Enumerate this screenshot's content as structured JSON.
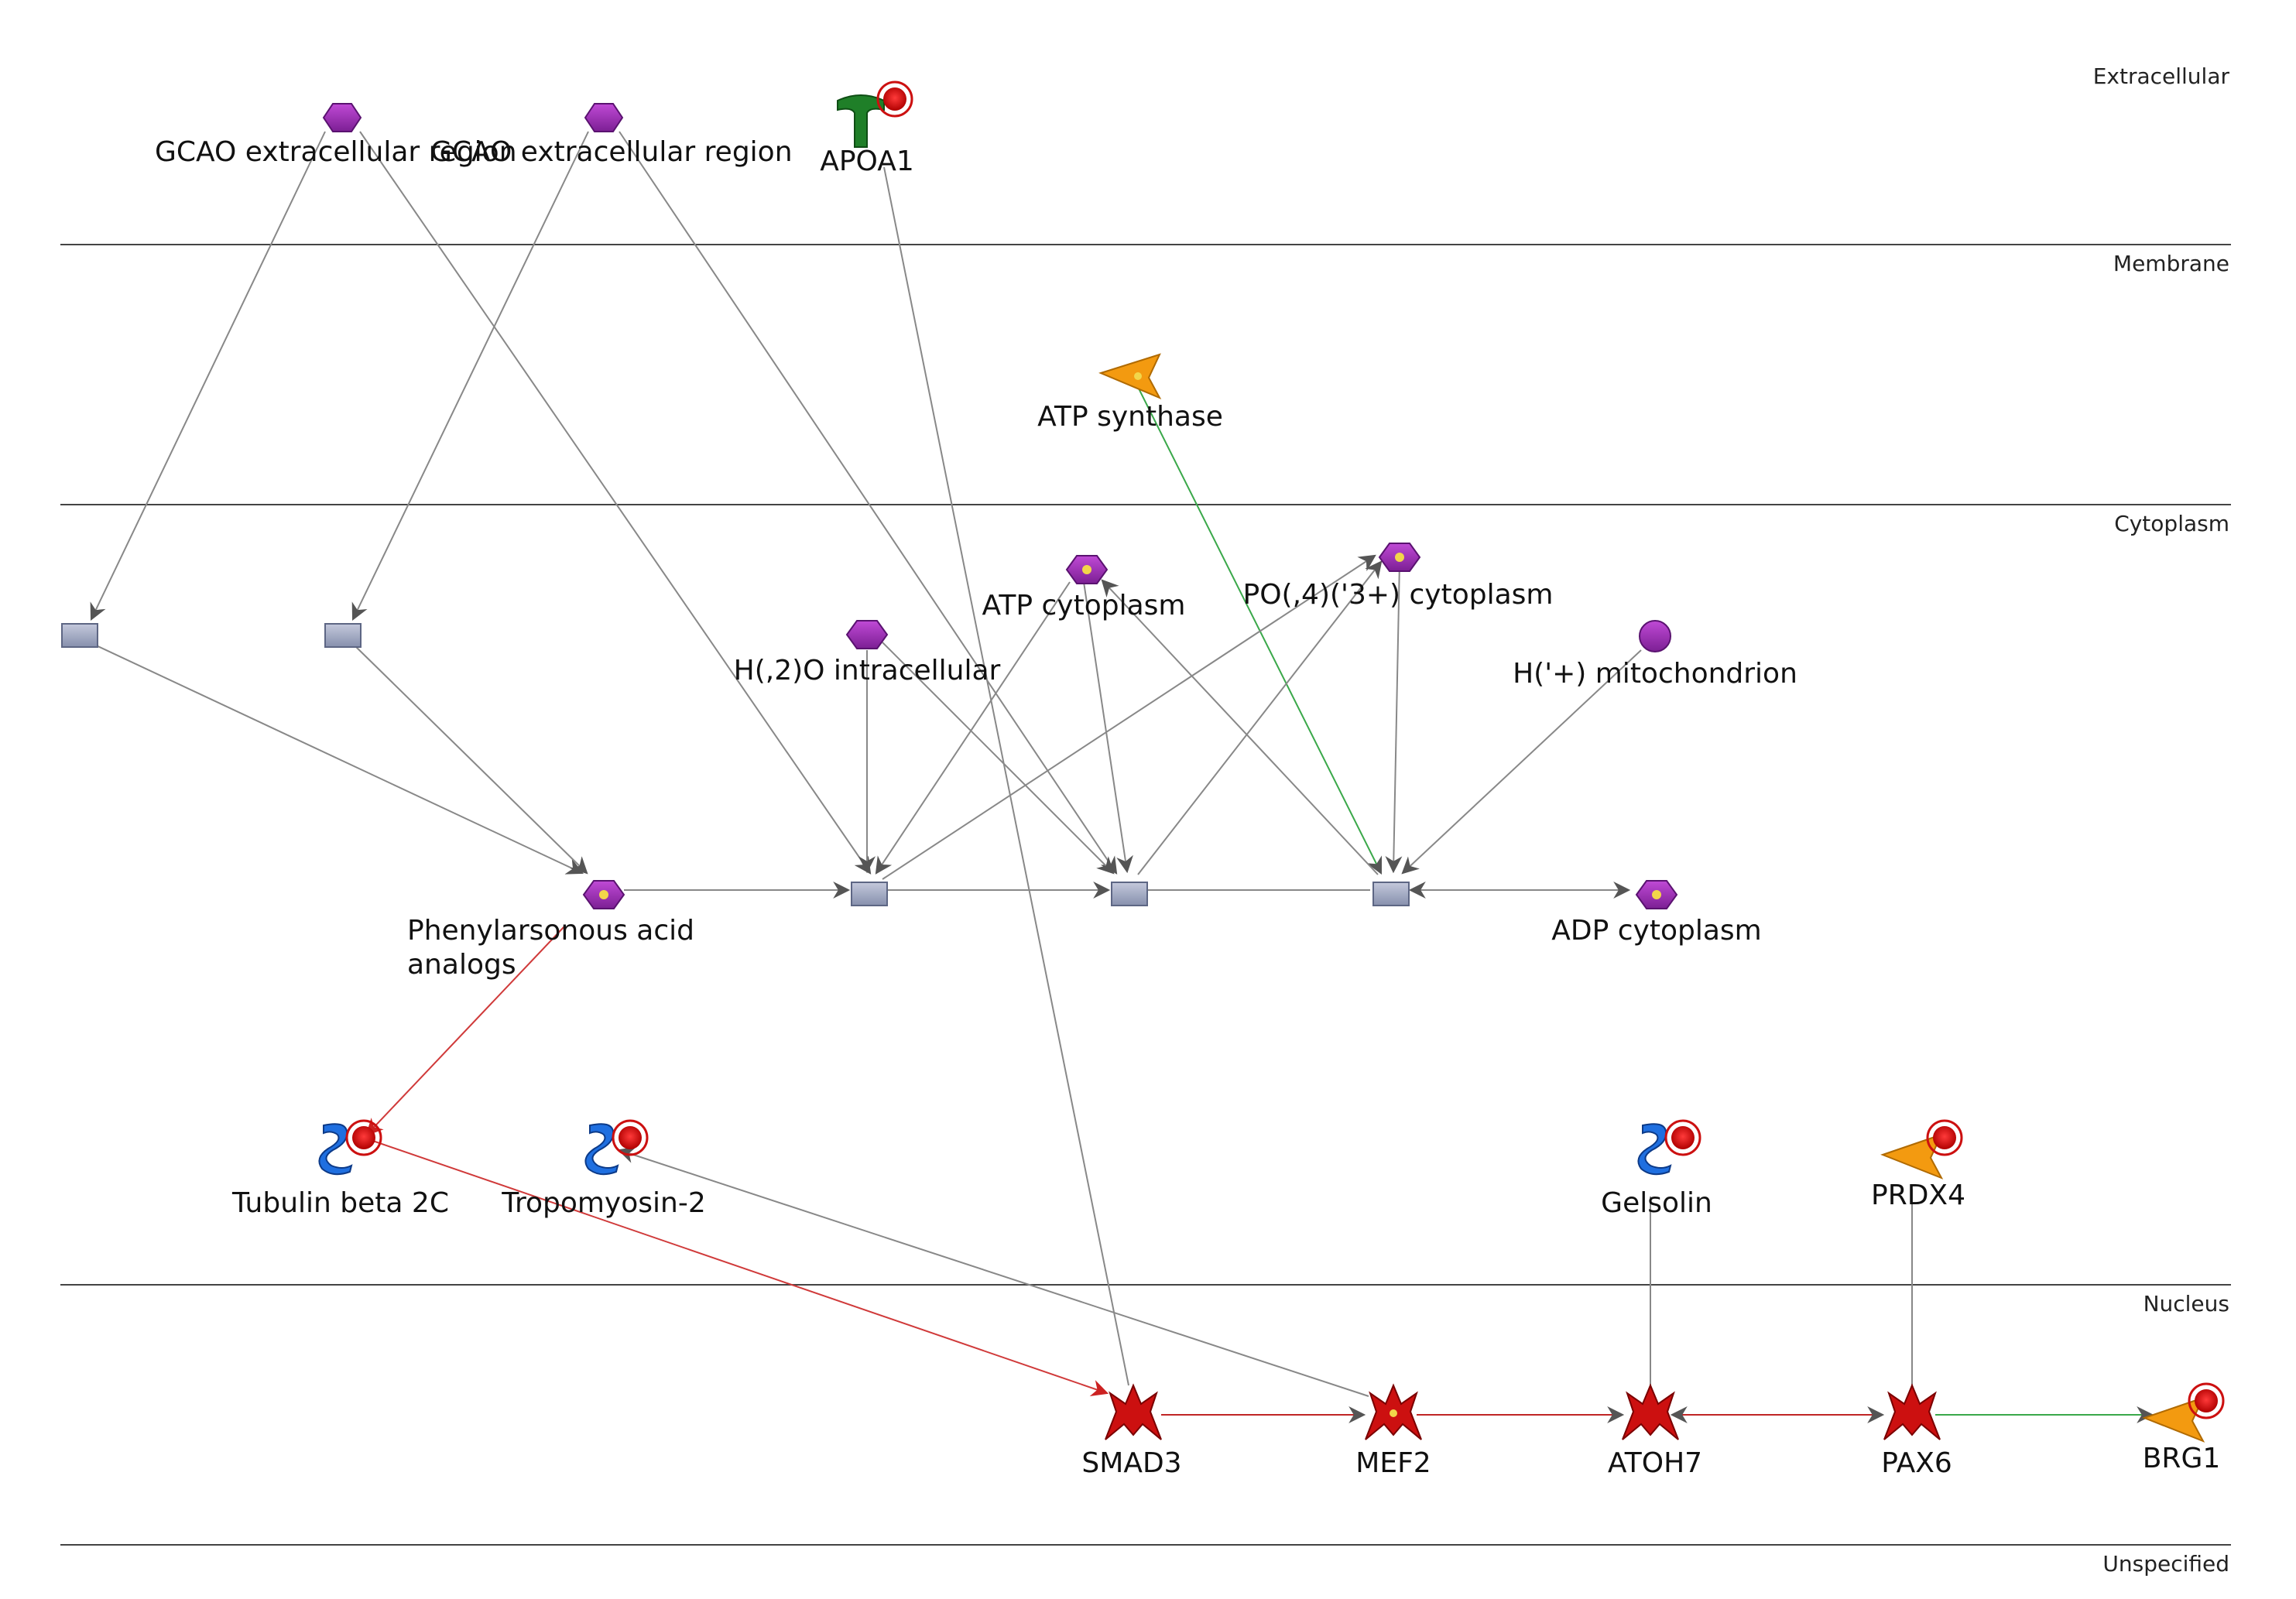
{
  "compartments": {
    "extracellular": "Extracellular",
    "membrane": "Membrane",
    "cytoplasm": "Cytoplasm",
    "nucleus": "Nucleus",
    "unspecified": "Unspecified"
  },
  "nodes": {
    "gcao1": "GCAO extracellular region",
    "gcao2": "GCAO extracellular region",
    "apoa1": "APOA1",
    "atp_synthase": "ATP synthase",
    "atp_cyto": "ATP cytoplasm",
    "po4": "PO(,4)('3+) cytoplasm",
    "h2o": "H(,2)O intracellular",
    "hplus": "H('+) mitochondrion",
    "phenyl_1": "Phenylarsonous acid",
    "phenyl_2": "analogs",
    "adp": "ADP cytoplasm",
    "tubulin": "Tubulin beta 2C",
    "tropomyosin": "Tropomyosin-2",
    "gelsolin": "Gelsolin",
    "prdx4": "PRDX4",
    "smad3": "SMAD3",
    "mef2": "MEF2",
    "atoh7": "ATOH7",
    "pax6": "PAX6",
    "brg1": "BRG1"
  },
  "colors": {
    "compound": "#9a2fb0",
    "reaction": "#a3aac4",
    "protein_blue": "#1f6fe0",
    "tf_red": "#cc1010",
    "enzyme_orange": "#f39a10",
    "green_edge": "#3aa84a",
    "red_edge": "#d03a3a",
    "gray_edge": "#888888"
  }
}
